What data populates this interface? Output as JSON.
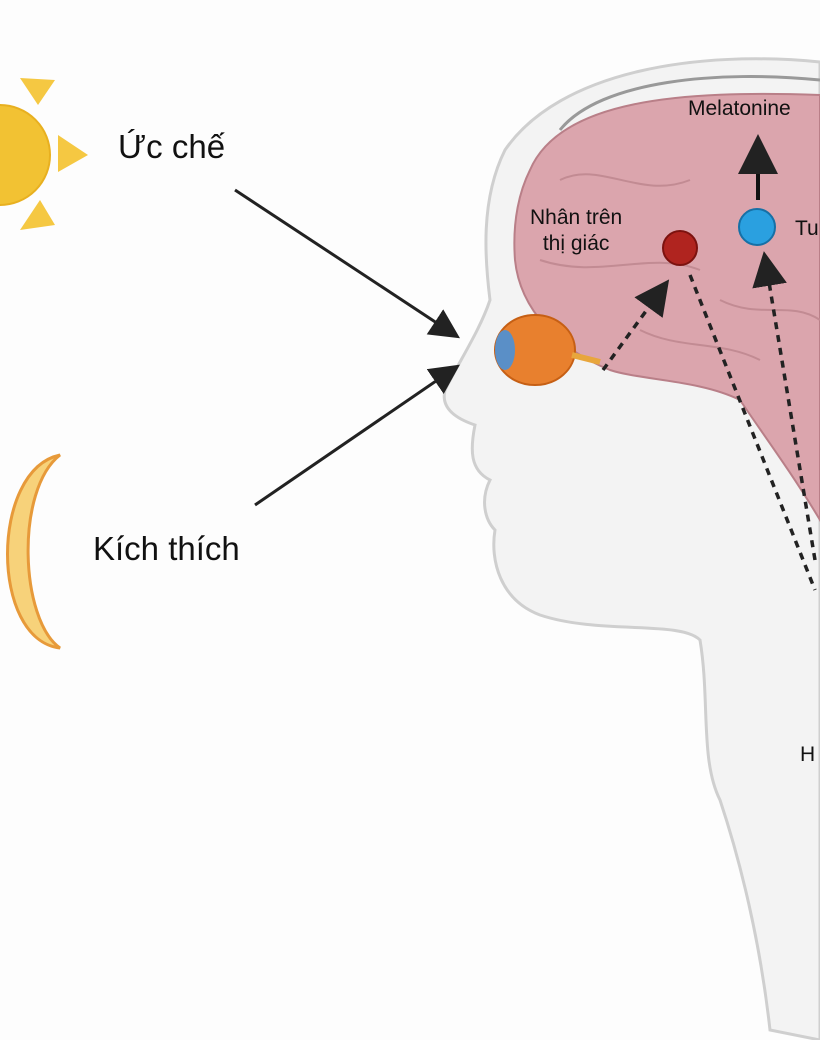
{
  "labels": {
    "inhibit": "Ức chế",
    "stimulate": "Kích thích",
    "scn": "Nhân trên thị giác",
    "scn_line1": "Nhân trên",
    "scn_line2": "thị giác",
    "melatonin": "Melatonine",
    "pineal_partial": "Tu",
    "lower_partial": "H"
  },
  "colors": {
    "sun": "#f2c233",
    "moon": "#f7d27a",
    "brain": "#dba5ad",
    "scn_dot": "#b0241f",
    "pineal_dot": "#2aa0e0",
    "skin": "#f1f1f1",
    "outline": "#c9c9c9"
  }
}
